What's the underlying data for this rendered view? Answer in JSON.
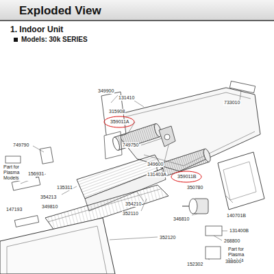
{
  "diagram": {
    "title": "Exploded View",
    "labels": [
      "1. Indoor Unit",
      "Models: 30k SERIES",
      "349900",
      "131410",
      "733010",
      "315908",
      "359011A",
      "749790",
      "Part for Plasma Models",
      "749750",
      "349600",
      "156931",
      "135311",
      "354213",
      "131403A",
      "359011B",
      "350780",
      "140701B",
      "349810",
      "147193",
      "354210",
      "352110",
      "346810",
      "131400B",
      "352120",
      "268800",
      "Part for Plasma Models",
      "152302",
      "388600"
    ]
  }
}
